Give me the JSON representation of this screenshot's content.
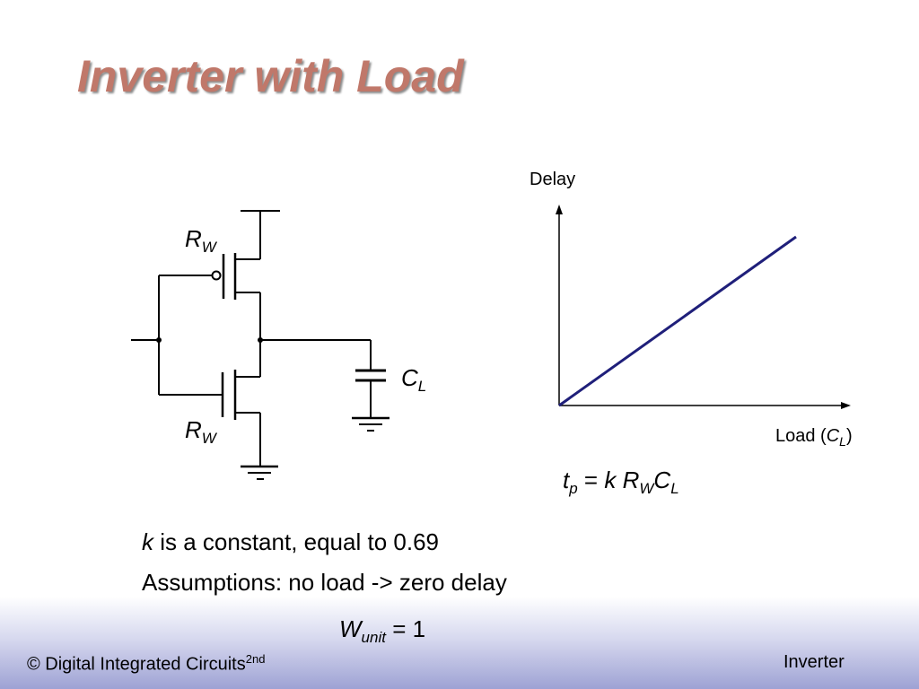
{
  "slide": {
    "title": "Inverter with Load"
  },
  "circuit": {
    "pmos_label": {
      "main": "R",
      "sub": "W"
    },
    "nmos_label": {
      "main": "R",
      "sub": "W"
    },
    "cap_label": {
      "main": "C",
      "sub": "L"
    }
  },
  "graph": {
    "y_axis_label": "Delay",
    "x_axis_label": {
      "prefix": "Load (",
      "main": "C",
      "sub": "L",
      "suffix": ")"
    }
  },
  "formula": {
    "lhs": "t",
    "lhs_sub": "p",
    "equals": " = ",
    "k": "k",
    "space": " ",
    "r": "R",
    "r_sub": "W",
    "c": "C",
    "c_sub": "L"
  },
  "notes": {
    "line1_var": "k",
    "line1_rest": " is a constant, equal to 0.69",
    "line2": "Assumptions: no load -> zero delay",
    "wunit_main": "W",
    "wunit_sub": "unit",
    "wunit_rest": " = 1"
  },
  "footer": {
    "left_text": "© Digital Integrated Circuits",
    "left_sup": "2nd",
    "right_text": "Inverter"
  },
  "colors": {
    "title": "#c0786a",
    "delay_line": "#1f1f7a"
  }
}
